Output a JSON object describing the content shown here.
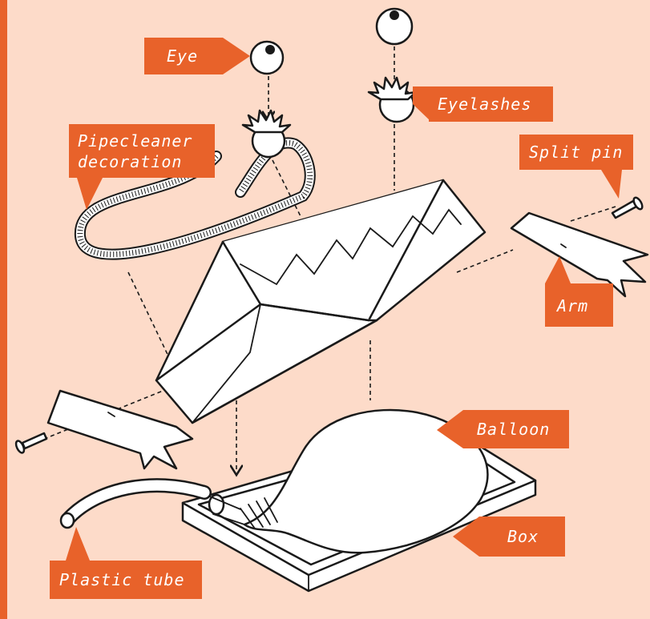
{
  "colors": {
    "background": "#fddbc9",
    "border": "#e8622a",
    "label_fill": "#e8622a",
    "label_text": "#ffffff",
    "ink": "#1a1a1a"
  },
  "labels": {
    "eye": "Eye",
    "eyelashes": "Eyelashes",
    "pipecleaner_line1": "Pipecleaner",
    "pipecleaner_line2": "decoration",
    "split_pin": "Split pin",
    "arm": "Arm",
    "balloon": "Balloon",
    "box": "Box",
    "plastic_tube": "Plastic tube"
  }
}
